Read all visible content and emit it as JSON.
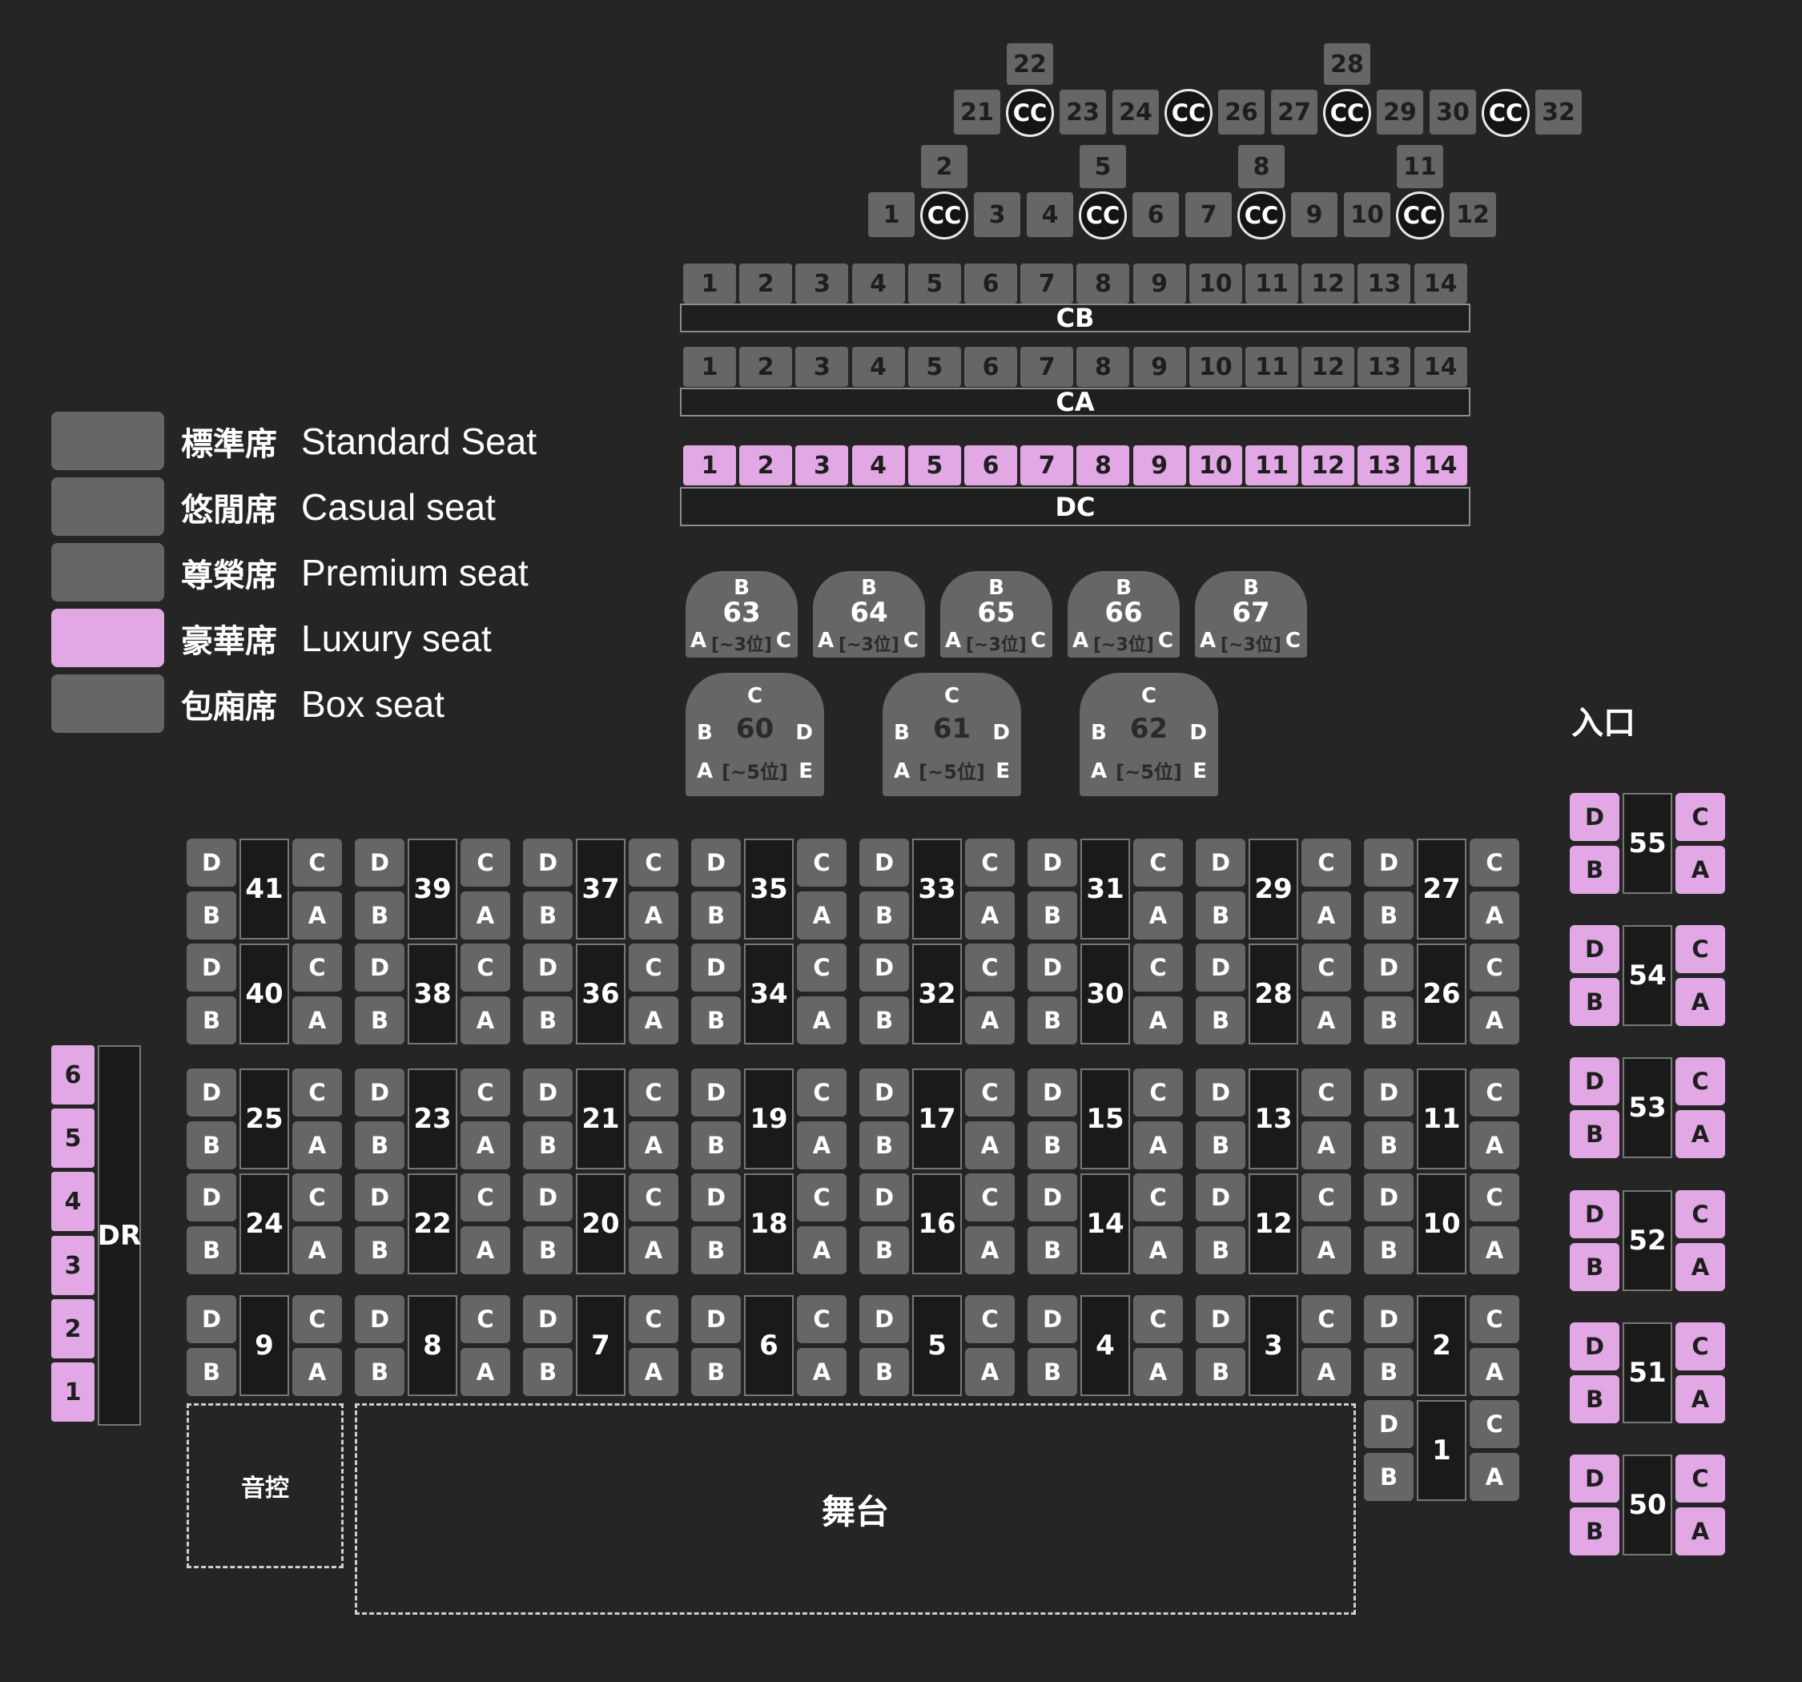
{
  "colors": {
    "background": "#252525",
    "standard": "#666666",
    "luxury": "#e2a8e6",
    "table": "#1a1a1a"
  },
  "balcony_upper": {
    "top_labels": [
      "22",
      "28"
    ],
    "row": [
      "21",
      "CC",
      "23",
      "24",
      "CC",
      "26",
      "27",
      "CC",
      "29",
      "30",
      "CC",
      "32"
    ]
  },
  "balcony_lower": {
    "top_labels": [
      "2",
      "5",
      "8",
      "11"
    ],
    "row": [
      "1",
      "CC",
      "3",
      "4",
      "CC",
      "6",
      "7",
      "CC",
      "9",
      "10",
      "CC",
      "12"
    ]
  },
  "counter_rows": [
    {
      "label": "CB",
      "seats": [
        "1",
        "2",
        "3",
        "4",
        "5",
        "6",
        "7",
        "8",
        "9",
        "10",
        "11",
        "12",
        "13",
        "14"
      ],
      "type": "standard"
    },
    {
      "label": "CA",
      "seats": [
        "1",
        "2",
        "3",
        "4",
        "5",
        "6",
        "7",
        "8",
        "9",
        "10",
        "11",
        "12",
        "13",
        "14"
      ],
      "type": "standard"
    },
    {
      "label": "DC",
      "seats": [
        "1",
        "2",
        "3",
        "4",
        "5",
        "6",
        "7",
        "8",
        "9",
        "10",
        "11",
        "12",
        "13",
        "14"
      ],
      "type": "luxury"
    }
  ],
  "legend": [
    {
      "cn": "標準席",
      "en": "Standard Seat",
      "type": "standard"
    },
    {
      "cn": "悠閒席",
      "en": "Casual seat",
      "type": "standard"
    },
    {
      "cn": "尊榮席",
      "en": "Premium seat",
      "type": "standard"
    },
    {
      "cn": "豪華席",
      "en": "Luxury seat",
      "type": "luxury"
    },
    {
      "cn": "包廂席",
      "en": "Box seat",
      "type": "standard"
    }
  ],
  "booths_small": [
    {
      "num": "63",
      "top": "B",
      "left": "A",
      "right": "C",
      "cap": "[~3位]"
    },
    {
      "num": "64",
      "top": "B",
      "left": "A",
      "right": "C",
      "cap": "[~3位]"
    },
    {
      "num": "65",
      "top": "B",
      "left": "A",
      "right": "C",
      "cap": "[~3位]"
    },
    {
      "num": "66",
      "top": "B",
      "left": "A",
      "right": "C",
      "cap": "[~3位]"
    },
    {
      "num": "67",
      "top": "B",
      "left": "A",
      "right": "C",
      "cap": "[~3位]"
    }
  ],
  "booths_large": [
    {
      "num": "60",
      "top": "C",
      "b": "B",
      "d": "D",
      "a": "A",
      "e": "E",
      "cap": "[~5位]"
    },
    {
      "num": "61",
      "top": "C",
      "b": "B",
      "d": "D",
      "a": "A",
      "e": "E",
      "cap": "[~5位]"
    },
    {
      "num": "62",
      "top": "C",
      "b": "B",
      "d": "D",
      "a": "A",
      "e": "E",
      "cap": "[~5位]"
    }
  ],
  "entrance": "入口",
  "table_rows": [
    [
      "41",
      "39",
      "37",
      "35",
      "33",
      "31",
      "29",
      "27"
    ],
    [
      "40",
      "38",
      "36",
      "34",
      "32",
      "30",
      "28",
      "26"
    ],
    [
      "25",
      "23",
      "21",
      "19",
      "17",
      "15",
      "13",
      "11"
    ],
    [
      "24",
      "22",
      "20",
      "18",
      "16",
      "14",
      "12",
      "10"
    ],
    [
      "9",
      "8",
      "7",
      "6",
      "5",
      "4",
      "3",
      "2"
    ]
  ],
  "table_one": "1",
  "seat_letters": {
    "tl": "D",
    "bl": "B",
    "tr": "C",
    "br": "A"
  },
  "right_tables": [
    "55",
    "54",
    "53",
    "52",
    "51",
    "50"
  ],
  "dr": {
    "label": "DR",
    "seats": [
      "6",
      "5",
      "4",
      "3",
      "2",
      "1"
    ]
  },
  "sound_control": "音控",
  "stage": "舞台"
}
